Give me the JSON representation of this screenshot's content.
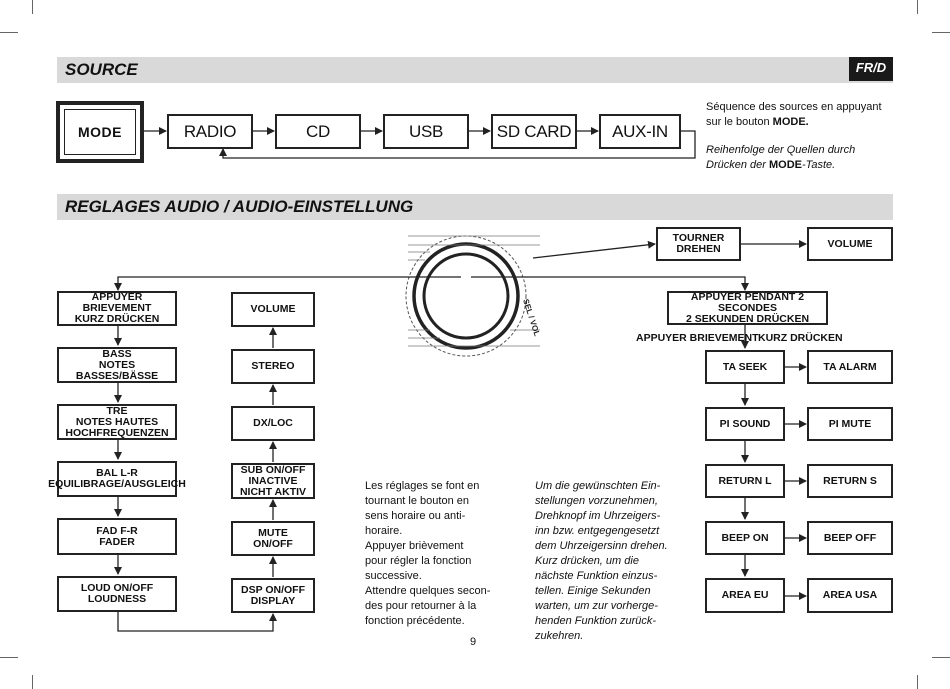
{
  "source_section": {
    "title": "SOURCE",
    "lang_tag": "FR/D",
    "mode_button": "MODE",
    "sources": [
      "RADIO",
      "CD",
      "USB",
      "SD CARD",
      "AUX-IN"
    ],
    "fr_text_1": "Séquence des sources en appuyant",
    "fr_text_2": "sur le bouton",
    "fr_bold": "MODE.",
    "de_text_1": "Reihenfolge der Quellen durch",
    "de_text_2": "Drücken der",
    "de_bold": "MODE",
    "de_text_3": "-Taste."
  },
  "audio_section": {
    "title": "REGLAGES AUDIO / AUDIO-EINSTELLUNG",
    "knob_label": "SEL / VOL",
    "col1": [
      [
        "APPUYER BRIEVEMENT",
        "KURZ DRÜCKEN"
      ],
      [
        "BASS",
        "NOTES BASSES/BÄSSE"
      ],
      [
        "TRE",
        "NOTES HAUTES",
        "HOCHFREQUENZEN"
      ],
      [
        "BAL L-R",
        "EQUILIBRAGE/AUSGLEICH"
      ],
      [
        "FAD F-R",
        "FADER"
      ],
      [
        "LOUD ON/OFF",
        "LOUDNESS"
      ]
    ],
    "col2": [
      [
        "VOLUME"
      ],
      [
        "STEREO"
      ],
      [
        "DX/LOC"
      ],
      [
        "SUB ON/OFF",
        "INACTIVE",
        "NICHT AKTIV"
      ],
      [
        "MUTE",
        "ON/OFF"
      ],
      [
        "DSP ON/OFF",
        "DISPLAY"
      ]
    ],
    "turn_box": [
      "TOURNER",
      "DREHEN"
    ],
    "volume_box": "VOLUME",
    "hold_box": [
      "APPUYER PENDANT 2 SECONDES",
      "2 SEKUNDEN DRÜCKEN"
    ],
    "short_press_fr": "APPUYER BRIEVEMENT",
    "short_press_de": "KURZ DRÜCKEN",
    "right_left": [
      "TA SEEK",
      "PI SOUND",
      "RETURN L",
      "BEEP ON",
      "AREA EU"
    ],
    "right_right": [
      "TA ALARM",
      "PI MUTE",
      "RETURN S",
      "BEEP OFF",
      "AREA USA"
    ],
    "fr_paragraph": [
      "Les réglages se font en",
      "tournant le bouton en",
      "sens horaire ou anti-",
      "horaire.",
      "Appuyer brièvement",
      "pour régler la fonction",
      "successive.",
      "Attendre quelques secon-",
      "des pour retourner à la",
      "fonction précédente."
    ],
    "de_paragraph": [
      "Um die gewünschten Ein-",
      "stellungen vorzunehmen,",
      "Drehknopf im Uhrzeigers-",
      "inn bzw.  entgegengesetzt",
      "dem Uhrzeigersinn drehen.",
      "Kurz drücken, um die",
      "nächste Funktion einzus-",
      "tellen. Einige Sekunden",
      "warten, um zur vorherge-",
      "henden Funktion zurück-",
      "zukehren."
    ]
  },
  "page_number": "9"
}
